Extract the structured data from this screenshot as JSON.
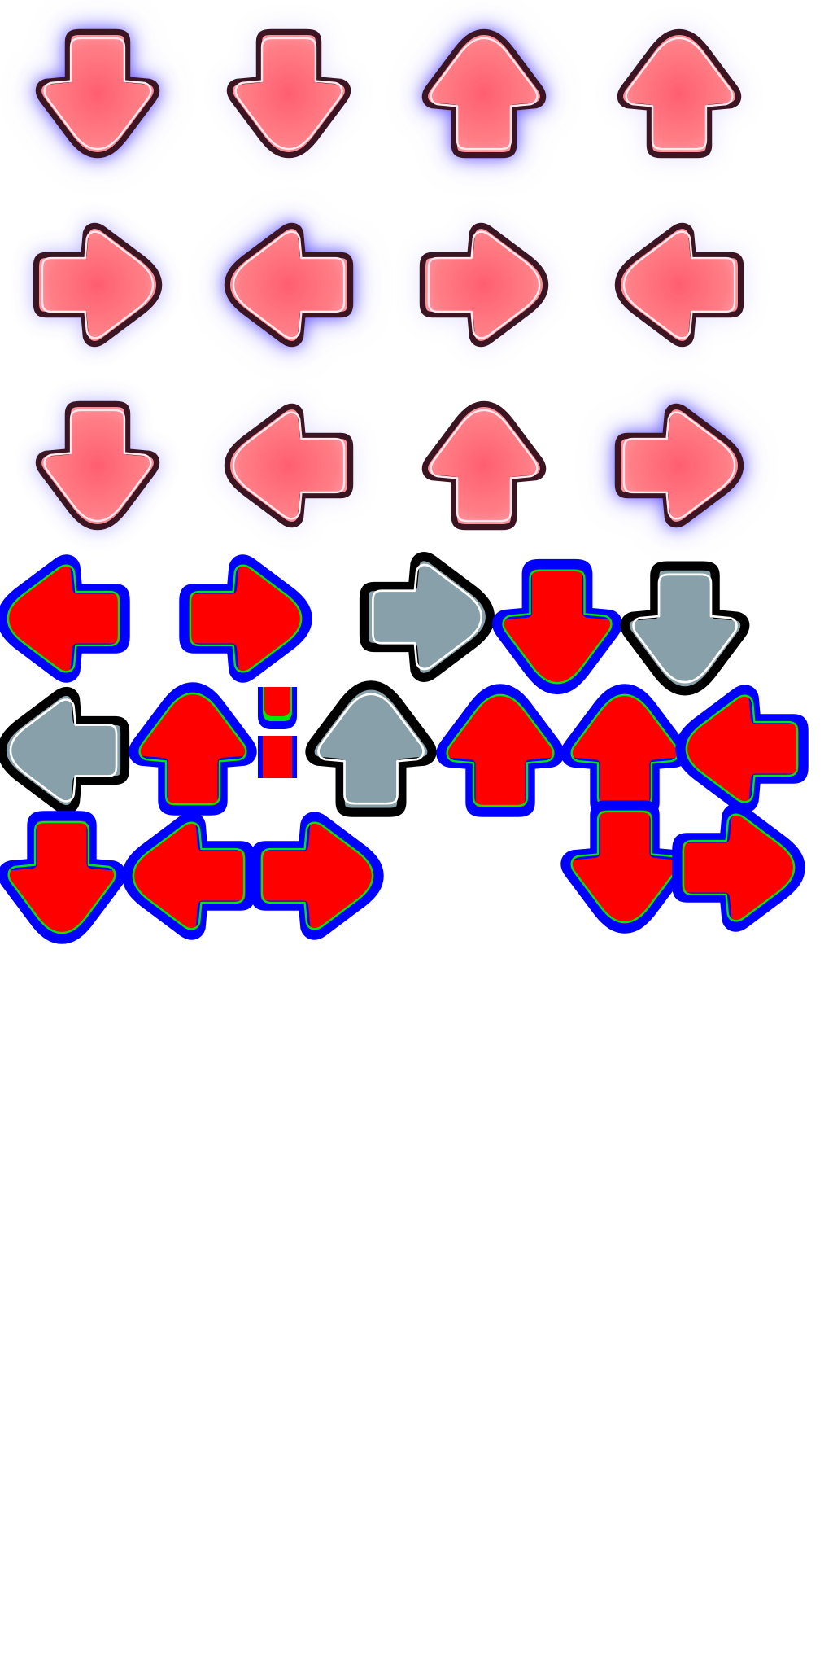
{
  "sheet": {
    "background": "#ffffff"
  },
  "palette": {
    "confirm_fill": "#ff7e86",
    "confirm_fill_hot": "#ff5f70",
    "confirm_outline": "#3a1420",
    "confirm_inner_line": "#ffe9ef",
    "confirm_glow": "#4a36ff",
    "confirm_glow_pink": "#ff48e8",
    "note_fill": "#ff0000",
    "note_outline": "#0000ff",
    "note_inner": "#00e800",
    "static_fill": "#87a0a9",
    "static_outline": "#000000",
    "static_inner": "#ffffff"
  },
  "confirm_rows": [
    [
      {
        "name": "down-confirm-glow-arrow-icon",
        "dir": "down",
        "glow": "strong"
      },
      {
        "name": "down-confirm-arrow-icon",
        "dir": "down",
        "glow": "faint"
      },
      {
        "name": "up-confirm-glow-arrow-icon",
        "dir": "up",
        "glow": "strong"
      },
      {
        "name": "up-confirm-arrow-icon",
        "dir": "up",
        "glow": "faint"
      }
    ],
    [
      {
        "name": "right-confirm-arrow-icon",
        "dir": "right",
        "glow": "medium"
      },
      {
        "name": "left-confirm-glow-arrow-icon",
        "dir": "left",
        "glow": "strong"
      },
      {
        "name": "right-confirm-arrow-icon",
        "dir": "right",
        "glow": "faint"
      },
      {
        "name": "left-confirm-arrow-icon",
        "dir": "left",
        "glow": "faint"
      }
    ],
    [
      {
        "name": "down-confirm-arrow-icon",
        "dir": "down",
        "glow": "medium"
      },
      {
        "name": "left-confirm-arrow-icon",
        "dir": "left",
        "glow": "faint"
      },
      {
        "name": "up-confirm-arrow-icon",
        "dir": "up",
        "glow": "none"
      },
      {
        "name": "right-confirm-glow-arrow-icon",
        "dir": "right",
        "glow": "strong"
      }
    ]
  ],
  "note_sprites": [
    {
      "name": "left-note-arrow-icon",
      "dir": "left",
      "style": "note"
    },
    {
      "name": "right-note-arrow-icon",
      "dir": "right",
      "style": "note"
    },
    {
      "name": "right-static-arrow-icon",
      "dir": "right",
      "style": "static"
    },
    {
      "name": "down-note-arrow-icon",
      "dir": "down",
      "style": "note"
    },
    {
      "name": "down-static-arrow-icon",
      "dir": "down",
      "style": "static"
    },
    {
      "name": "left-static-arrow-icon",
      "dir": "left",
      "style": "static"
    },
    {
      "name": "up-note-arrow-icon",
      "dir": "up",
      "style": "note"
    },
    {
      "name": "hold-piece-icon",
      "dir": "piece",
      "style": "note"
    },
    {
      "name": "up-static-arrow-icon",
      "dir": "up",
      "style": "static"
    },
    {
      "name": "up-note-arrow-icon",
      "dir": "up",
      "style": "note"
    },
    {
      "name": "up-note-arrow-icon",
      "dir": "up",
      "style": "note"
    },
    {
      "name": "left-note-arrow-icon",
      "dir": "left",
      "style": "note"
    },
    {
      "name": "down-note-arrow-icon",
      "dir": "down",
      "style": "note"
    },
    {
      "name": "left-note-arrow-icon",
      "dir": "left",
      "style": "note"
    },
    {
      "name": "right-note-arrow-icon",
      "dir": "right",
      "style": "note"
    },
    {
      "name": "down-note-arrow-icon",
      "dir": "down",
      "style": "note"
    },
    {
      "name": "right-note-arrow-icon",
      "dir": "right",
      "style": "note"
    }
  ]
}
